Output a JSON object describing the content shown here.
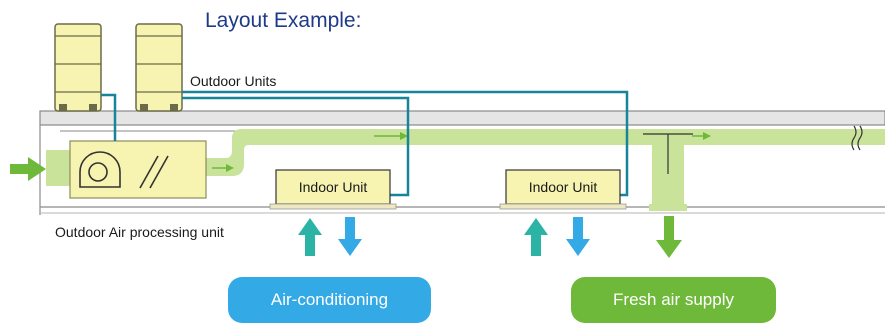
{
  "title": "Layout Example:",
  "labels": {
    "outdoor_units": "Outdoor Units",
    "processing_unit": "Outdoor Air processing unit",
    "indoor_unit_1": "Indoor Unit",
    "indoor_unit_2": "Indoor Unit"
  },
  "buttons": {
    "air_conditioning": "Air-conditioning",
    "fresh_air_supply": "Fresh air supply"
  },
  "colors": {
    "duct_green": "#c9e39a",
    "fresh_air_green": "#6eb83a",
    "air_conditioning_blue": "#33a9e6",
    "return_air_teal": "#2bb3a6",
    "pipe_blue": "#17849a",
    "unit_yellow": "#f6f4b0",
    "title_blue": "#1f3a8a"
  },
  "icons": {
    "fan": "fan-icon",
    "damper": "damper-icon",
    "break": "break-symbol-icon"
  }
}
